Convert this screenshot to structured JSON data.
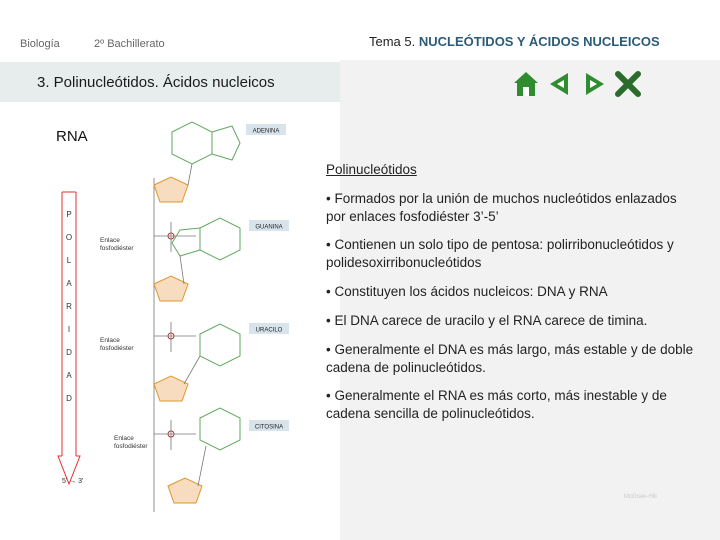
{
  "header": {
    "subject": "Biología",
    "course": "2º Bachillerato",
    "topic_prefix": "Tema 5. ",
    "topic_title": "NUCLEÓTIDOS Y ÁCIDOS NUCLEICOS"
  },
  "section": {
    "title": "3. Polinucleótidos. Ácidos nucleicos"
  },
  "nav": {
    "icons": [
      "home-icon",
      "previous-icon",
      "next-icon",
      "close-icon"
    ],
    "colors": {
      "fill": "#2f8c2f",
      "close": "#2b6b2b"
    }
  },
  "left": {
    "label": "RNA"
  },
  "diagram": {
    "strand_letters": [
      "P",
      "O",
      "L",
      "A",
      "R",
      "I",
      "D",
      "A",
      "D"
    ],
    "direction": "5' → 3'",
    "bases": [
      "ADENINA",
      "GUANINA",
      "URACILO",
      "CITOSINA"
    ],
    "bond_label": [
      "Enlace",
      "fosfodiéster"
    ],
    "colors": {
      "arrow": "#e03030",
      "sugar": "#f8dcc0",
      "sugar_stroke": "#e0962a",
      "base_stroke": "#5ea85e",
      "label_box": "#d8e4ec",
      "phosphate": "#b03030"
    }
  },
  "info": {
    "heading": "Polinucleótidos",
    "bullets": [
      "• Formados por la unión de muchos nucleótidos enlazados por enlaces fosfodiéster 3’-5’",
      "• Contienen un solo tipo de pentosa: polirribonucleótidos y polidesoxirribonucleótidos",
      "• Constituyen los ácidos nucleicos: DNA y RNA",
      "• El DNA carece de uracilo y el RNA carece de timina.",
      "• Generalmente el DNA es más largo, más estable y de doble cadena de polinucleótidos.",
      "• Generalmente el RNA es más corto, más inestable y de cadena sencilla de polinucleótidos."
    ]
  },
  "logo": {
    "text": "McGraw-Hill"
  }
}
